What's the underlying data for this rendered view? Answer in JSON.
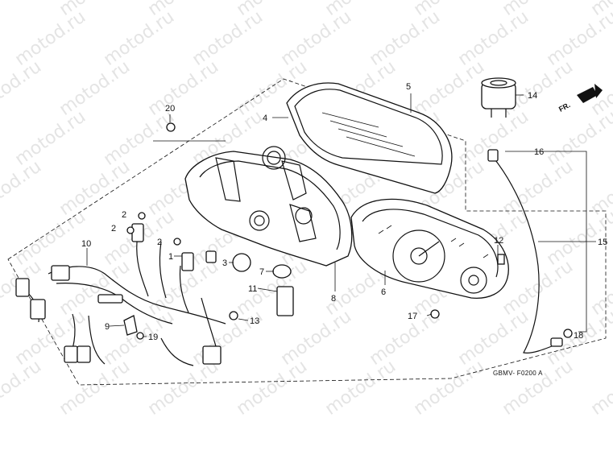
{
  "watermark_text": "motod.ru",
  "diagram_code": "GBMV- F0200  A",
  "direction_label": "FR.",
  "callouts": [
    "1",
    "2",
    "2",
    "2",
    "3",
    "4",
    "5",
    "6",
    "7",
    "8",
    "9",
    "10",
    "11",
    "12",
    "13",
    "14",
    "15",
    "16",
    "17",
    "18",
    "19",
    "20"
  ],
  "parts": {
    "p1": "1",
    "p2a": "2",
    "p2b": "2",
    "p2c": "2",
    "p3": "3",
    "p4": "4",
    "p5": "5",
    "p6": "6",
    "p7": "7",
    "p8": "8",
    "p9": "9",
    "p10": "10",
    "p11": "11",
    "p12": "12",
    "p13": "13",
    "p14": "14",
    "p15": "15",
    "p16": "16",
    "p17": "17",
    "p18": "18",
    "p19": "19",
    "p20": "20"
  }
}
